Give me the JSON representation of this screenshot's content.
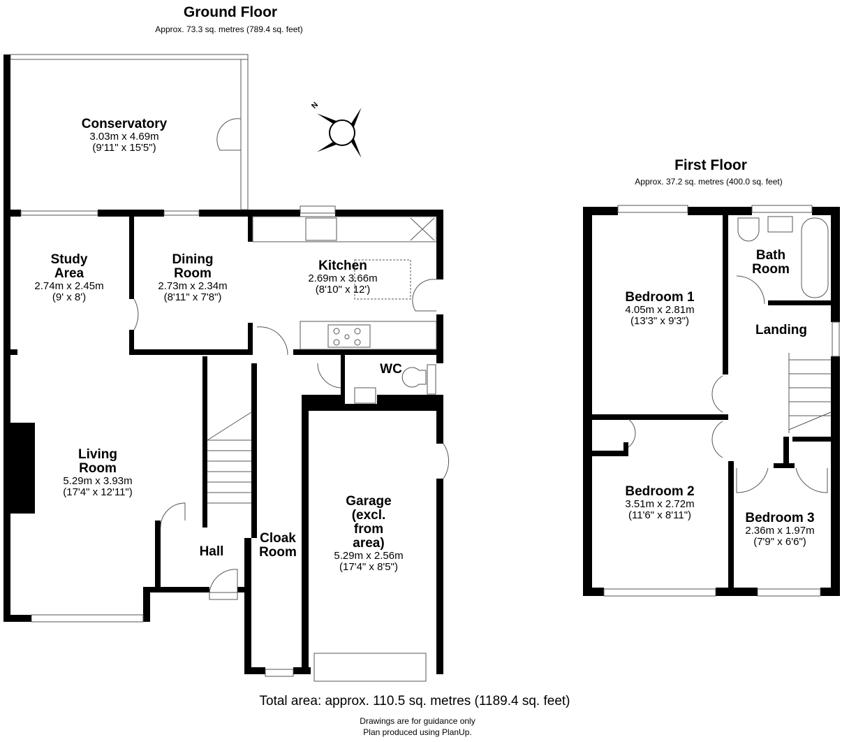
{
  "ground_floor": {
    "title": "Ground Floor",
    "area": "Approx. 73.3 sq. metres (789.4 sq. feet)",
    "rooms": [
      {
        "name": "Conservatory",
        "metric": "3.03m x 4.69m",
        "imperial": "(9'11\" x 15'5\")"
      },
      {
        "name": "Study Area",
        "metric": "2.74m x 2.45m",
        "imperial": "(9' x 8')"
      },
      {
        "name": "Dining Room",
        "metric": "2.73m x 2.34m",
        "imperial": "(8'11\" x 7'8\")"
      },
      {
        "name": "Kitchen",
        "metric": "2.69m x 3.66m",
        "imperial": "(8'10\" x 12')"
      },
      {
        "name": "WC"
      },
      {
        "name": "Living Room",
        "metric": "5.29m x 3.93m",
        "imperial": "(17'4\" x 12'11\")"
      },
      {
        "name": "Hall"
      },
      {
        "name": "Cloak Room"
      },
      {
        "name": "Garage (excl. from area)",
        "metric": "5.29m x 2.56m",
        "imperial": "(17'4\" x 8'5\")"
      }
    ],
    "compass": "N"
  },
  "first_floor": {
    "title": "First Floor",
    "area": "Approx. 37.2 sq. metres (400.0 sq. feet)",
    "rooms": [
      {
        "name": "Bath Room"
      },
      {
        "name": "Bedroom 1",
        "metric": "4.05m x 2.81m",
        "imperial": "(13'3\" x 9'3\")"
      },
      {
        "name": "Landing"
      },
      {
        "name": "Bedroom 2",
        "metric": "3.51m x 2.72m",
        "imperial": "(11'6\" x 8'11\")"
      },
      {
        "name": "Bedroom 3",
        "metric": "2.36m x 1.97m",
        "imperial": "(7'9\" x 6'6\")"
      }
    ]
  },
  "footer": {
    "total": "Total area: approx. 110.5 sq. metres (1189.4 sq. feet)",
    "note1": "Drawings are for guidance only",
    "note2": "Plan produced using PlanUp."
  }
}
